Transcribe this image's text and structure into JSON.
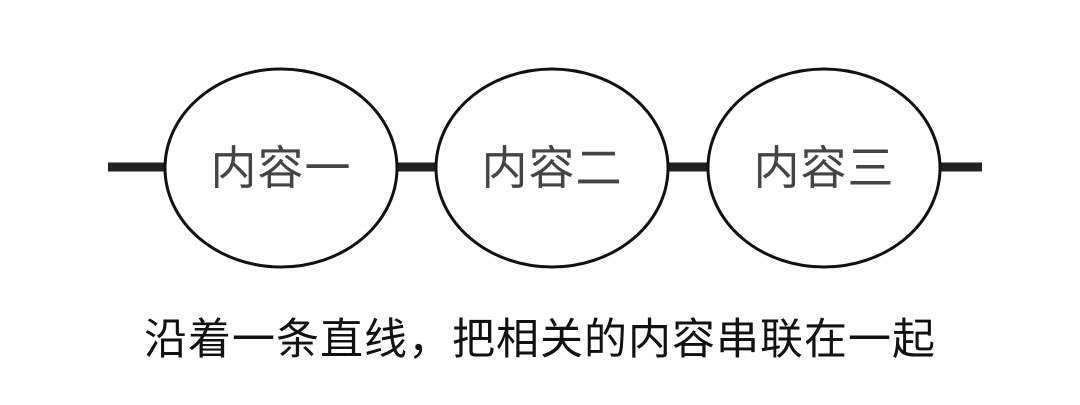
{
  "diagram": {
    "nodes": [
      {
        "label": "内容一"
      },
      {
        "label": "内容二"
      },
      {
        "label": "内容三"
      }
    ],
    "caption": "沿着一条直线，把相关的内容串联在一起"
  },
  "colors": {
    "line": "#222222",
    "node_stroke": "#111111",
    "node_fill": "#ffffff",
    "label_text": "#444444",
    "caption_text": "#111111"
  }
}
